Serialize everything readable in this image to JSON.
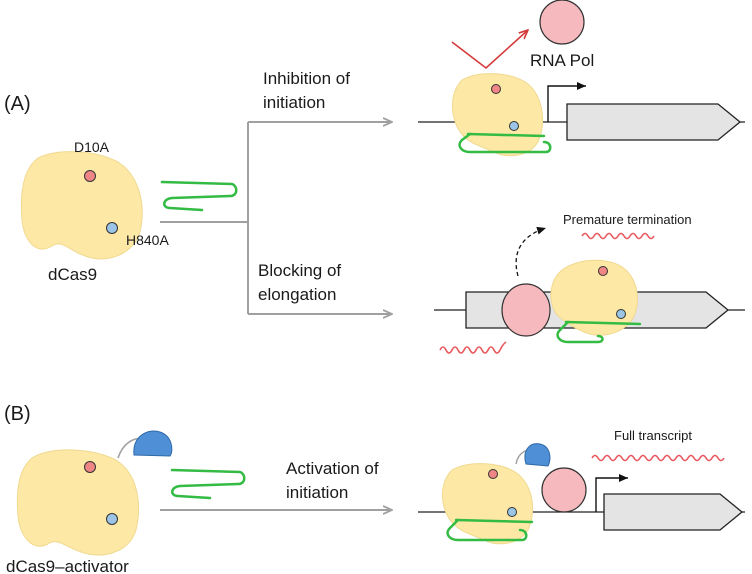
{
  "panels": {
    "a": "(A)",
    "b": "(B)"
  },
  "labels": {
    "d10a": "D10A",
    "h840a": "H840A",
    "dcas9": "dCas9",
    "dcas9_activator": "dCas9–activator",
    "inhibition_line1": "Inhibition of",
    "inhibition_line2": "initiation",
    "blocking_line1": "Blocking of",
    "blocking_line2": "elongation",
    "activation_line1": "Activation of",
    "activation_line2": "initiation",
    "rna_pol": "RNA Pol",
    "premature_termination": "Premature termination",
    "full_transcript": "Full transcript"
  },
  "colors": {
    "protein": "#fde8a6",
    "grna": "#33bb44",
    "rna_pol": "#f6b9bd",
    "transcript": "#e8585e",
    "d10a_site": "#f08585",
    "h840a_site": "#9cc4e6",
    "activator": "#4f8fd6",
    "arrow": "#a0a0a0"
  }
}
